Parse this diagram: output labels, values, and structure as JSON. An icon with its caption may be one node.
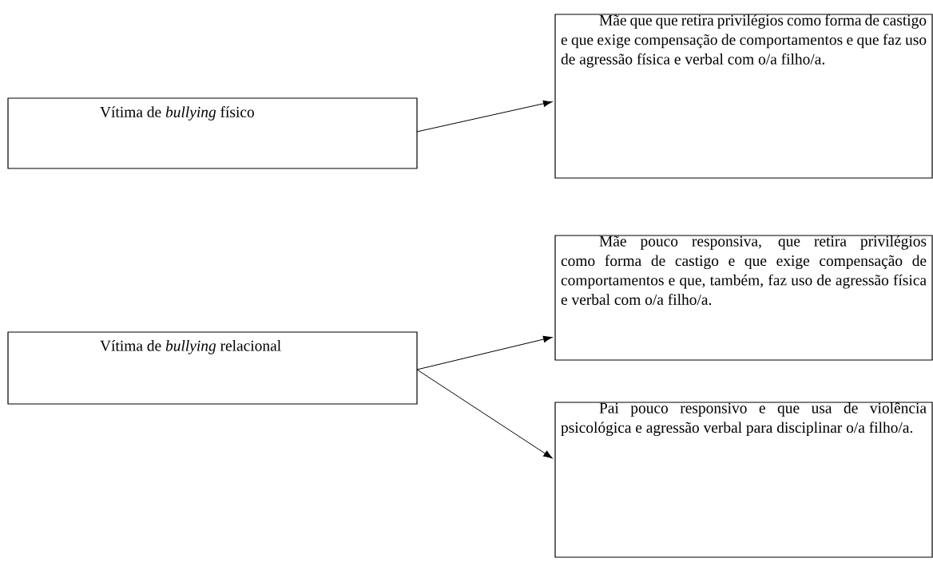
{
  "diagram": {
    "nodes": [
      {
        "text": [
          "Vítima de *bullying* físico"
        ]
      },
      {
        "text": [
          "Mãe que que retira privilégios como forma de castigo e que exige compensação de comportamentos e que faz uso de agressão física e verbal com o/a filho/a."
        ]
      },
      {
        "text": [
          "Vítima de *bullying* relacional"
        ]
      },
      {
        "text": [
          "Mãe pouco responsiva, que retira privilégios como forma de castigo e que exige compensação de comportamentos e que, também, faz uso de agressão física e verbal com o/a filho/a."
        ]
      },
      {
        "text": [
          "Pai pouco responsivo e que usa de violência psicológica e agressão verbal para disciplinar o/a filho/a."
        ]
      }
    ],
    "edges": [
      {
        "from": 0,
        "to": 1,
        "arrow": "to"
      },
      {
        "from": 2,
        "to": 3,
        "arrow": "to"
      },
      {
        "from": 2,
        "to": 4,
        "arrow": "to"
      }
    ]
  }
}
